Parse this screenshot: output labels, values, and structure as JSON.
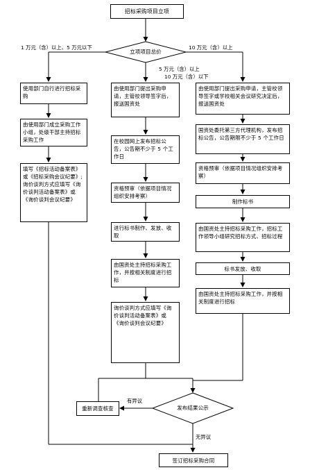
{
  "start": "招标采购项目立项",
  "decision_budget": "立项项目总价",
  "branch_left": "1 万元（含）以上、5 万元以下",
  "branch_mid_line1": "5 万元（含）以上",
  "branch_mid_line2": "10 万元（含）以下",
  "branch_right": "10 万元（含）以上",
  "left": {
    "step1": "使用部门自行进行招标采购",
    "step2": "由使用部门成立采购工作小组，处级干部主持招标采购工作",
    "step3": "填写《招标活动备案表》或《招标采购会议纪要》;询价谈判方式应填写《询价谈判活动备案表》或《询价谈判会议纪要》"
  },
  "mid": {
    "step1": "由使用部门提出采购申请，主管校领导签字后，报送国资处",
    "step2": "在校园网上发布招标公告，公告期不少于 5 个工作日",
    "step3": "资格预审（依据项目情况组织安排考察）",
    "step4": "进行标书制作、发放、收取",
    "step5": "由国资处主持招标采购工作，并按相关制度进行招标",
    "step6": "询价谈判方式应填写《询价谈判活动备案表》或《询价谈判会议纪要》"
  },
  "right": {
    "step1": "由使用部门提出采购申请，主管校领导签字或学校相关会议研究决定后，报送国资处",
    "step2": "国资处委托第三方代理机构，发布招标公告，公告期限不少于 5 个工作日",
    "step3": "资格预审（依据项目情况组织安排考察）",
    "step4": "制作标书",
    "step5": "由国资处主持招标采购工作，招标工作领导小组研究招标方式、招标过程",
    "step6": "标书发放、收取",
    "step7": "由国资处主持招标采购工作，并按相关制度进行招标"
  },
  "decision_publish": "发布结果公示",
  "objection_yes": "有异议",
  "objection_no": "无异议",
  "reexamine": "重新调查核查",
  "end": "签订招标采购合同"
}
